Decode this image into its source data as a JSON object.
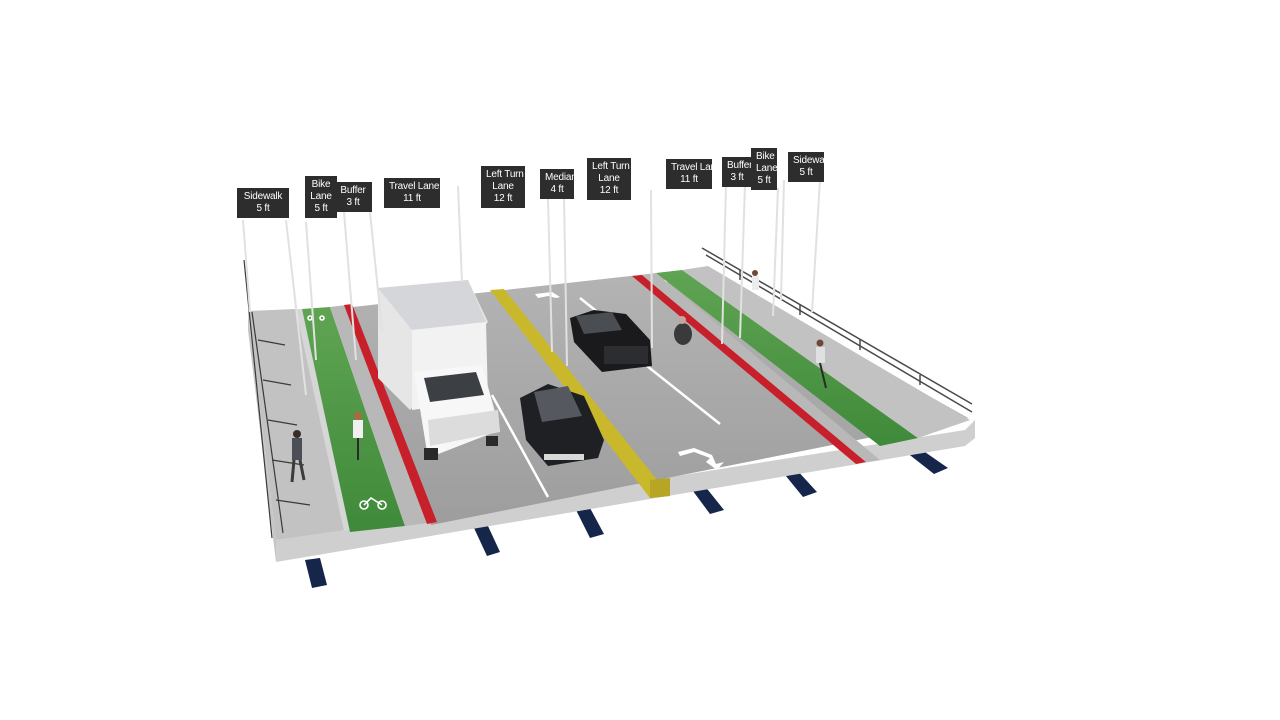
{
  "labels": {
    "left_sidewalk": {
      "name": "Sidewalk",
      "width": "5 ft"
    },
    "left_bike": {
      "name_1": "Bike",
      "name_2": "Lane",
      "width": "5 ft"
    },
    "left_buffer": {
      "name": "Buffer",
      "width": "3 ft"
    },
    "left_travel": {
      "name": "Travel Lane",
      "width": "11 ft"
    },
    "left_turn_a": {
      "name_1": "Left Turn",
      "name_2": "Lane",
      "width": "12 ft"
    },
    "median": {
      "name": "Median",
      "width": "4 ft"
    },
    "left_turn_b": {
      "name_1": "Left Turn",
      "name_2": "Lane",
      "width": "12 ft"
    },
    "right_travel": {
      "name": "Travel Lane",
      "width": "11 ft"
    },
    "right_buffer": {
      "name": "Buffer",
      "width": "3 ft"
    },
    "right_bike": {
      "name_1": "Bike",
      "name_2": "Lane",
      "width": "5 ft"
    },
    "right_sidewalk": {
      "name": "Sidewalk",
      "width": "5 ft"
    }
  },
  "colors": {
    "sign_bg": "#2d2d2d",
    "bike_lane": "#4f9a45",
    "buffer_stripe": "#c8202a",
    "median": "#c9b82c",
    "concrete": "#bdbdbd",
    "asphalt": "#a7a7a7",
    "girder": "#15264a"
  }
}
